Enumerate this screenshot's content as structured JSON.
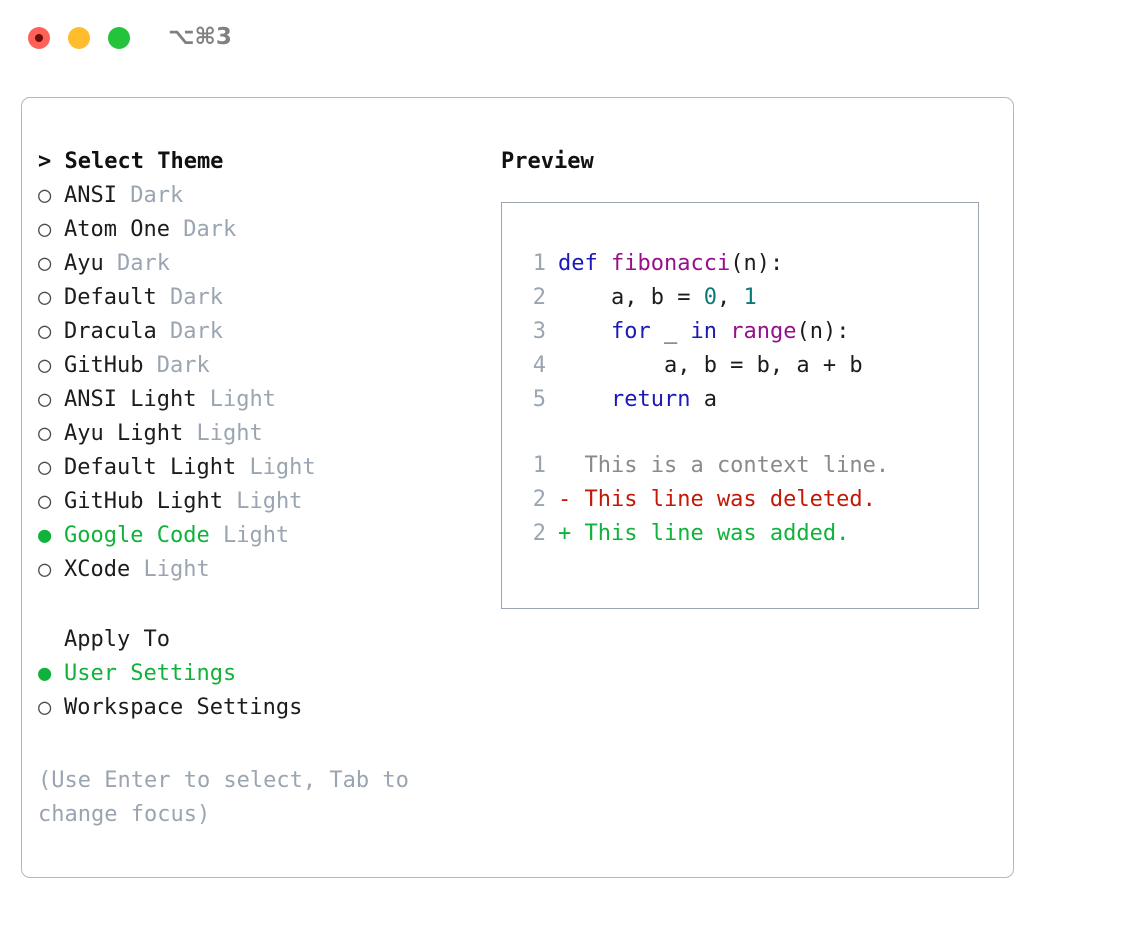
{
  "titlebar": {
    "shortcut": "⌥⌘3",
    "buttons": {
      "close": "close-window",
      "minimize": "minimize-window",
      "maximize": "maximize-window"
    }
  },
  "left": {
    "heading": "> Select Theme",
    "bullet_unselected": "○",
    "bullet_selected": "●",
    "themes": [
      {
        "name": "ANSI",
        "kind": "Dark",
        "selected": false
      },
      {
        "name": "Atom One",
        "kind": "Dark",
        "selected": false
      },
      {
        "name": "Ayu",
        "kind": "Dark",
        "selected": false
      },
      {
        "name": "Default",
        "kind": "Dark",
        "selected": false
      },
      {
        "name": "Dracula",
        "kind": "Dark",
        "selected": false
      },
      {
        "name": "GitHub",
        "kind": "Dark",
        "selected": false
      },
      {
        "name": "ANSI Light",
        "kind": "Light",
        "selected": false
      },
      {
        "name": "Ayu Light",
        "kind": "Light",
        "selected": false
      },
      {
        "name": "Default Light",
        "kind": "Light",
        "selected": false
      },
      {
        "name": "GitHub Light",
        "kind": "Light",
        "selected": false
      },
      {
        "name": "Google Code",
        "kind": "Light",
        "selected": true
      },
      {
        "name": "XCode",
        "kind": "Light",
        "selected": false
      }
    ],
    "apply_heading": "Apply To",
    "apply_options": [
      {
        "name": "User Settings",
        "selected": true
      },
      {
        "name": "Workspace Settings",
        "selected": false
      }
    ],
    "hint": "(Use Enter to select, Tab to change focus)"
  },
  "right": {
    "heading": "Preview",
    "code": {
      "lines": [
        {
          "no": "1",
          "tokens": [
            {
              "t": "def ",
              "c": "kw"
            },
            {
              "t": "fibonacci",
              "c": "fn"
            },
            {
              "t": "(n):",
              "c": "txt"
            }
          ]
        },
        {
          "no": "2",
          "tokens": [
            {
              "t": "    a, b = ",
              "c": "txt"
            },
            {
              "t": "0",
              "c": "num"
            },
            {
              "t": ", ",
              "c": "txt"
            },
            {
              "t": "1",
              "c": "num"
            }
          ]
        },
        {
          "no": "3",
          "tokens": [
            {
              "t": "    ",
              "c": "txt"
            },
            {
              "t": "for",
              "c": "kw"
            },
            {
              "t": " _ ",
              "c": "txt"
            },
            {
              "t": "in",
              "c": "kw"
            },
            {
              "t": " ",
              "c": "txt"
            },
            {
              "t": "range",
              "c": "fn"
            },
            {
              "t": "(n):",
              "c": "txt"
            }
          ]
        },
        {
          "no": "4",
          "tokens": [
            {
              "t": "        a, b = b, a + b",
              "c": "txt"
            }
          ]
        },
        {
          "no": "5",
          "tokens": [
            {
              "t": "    ",
              "c": "txt"
            },
            {
              "t": "return",
              "c": "kw"
            },
            {
              "t": " a",
              "c": "txt"
            }
          ]
        }
      ]
    },
    "diff": {
      "lines": [
        {
          "no": "1",
          "marker": "  ",
          "text": "This is a context line.",
          "kind": "ctx"
        },
        {
          "no": "2",
          "marker": "- ",
          "text": "This line was deleted.",
          "kind": "del"
        },
        {
          "no": "2",
          "marker": "+ ",
          "text": "This line was added.",
          "kind": "add"
        }
      ]
    }
  },
  "colors": {
    "accent_green": "#11b23b",
    "muted": "#9aa5b1",
    "keyword": "#1a1ab8",
    "function": "#96108c",
    "number": "#0c7b78",
    "diff_deleted": "#c21807",
    "diff_added": "#11b23b",
    "border": "#aeb8c4"
  }
}
